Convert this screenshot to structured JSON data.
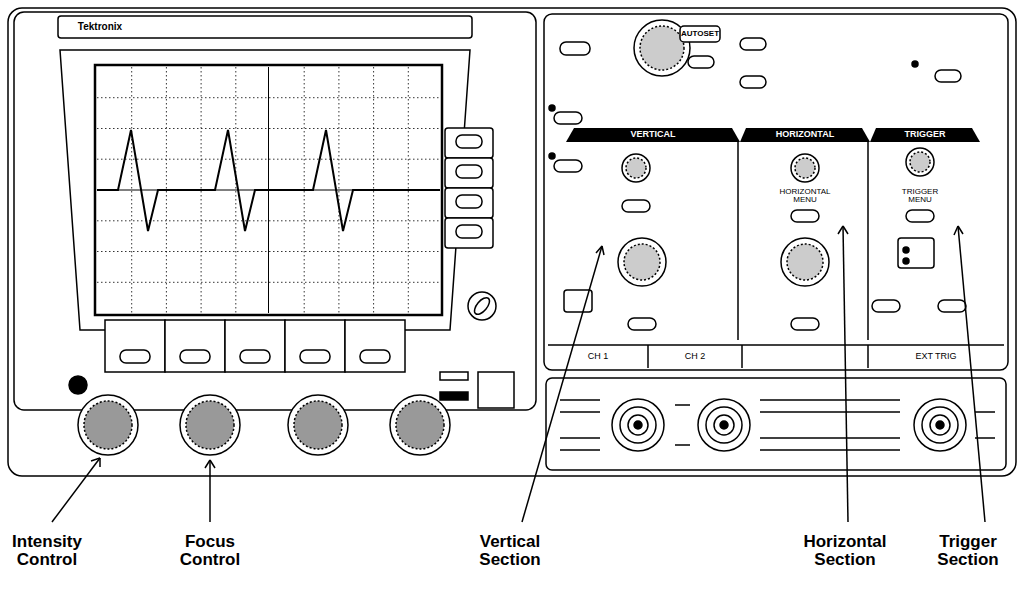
{
  "diagram": {
    "labels": [
      "Tektronix",
      "AUTOSET",
      "VERTICAL",
      "HORIZONTAL",
      "TRIGGER",
      "HORIZONTAL MENU",
      "TRIGGER MENU",
      "CH 1",
      "CH 2",
      "EXT TRIG",
      "Intensity Control",
      "Focus Control",
      "Vertical Section",
      "Horizontal Section",
      "Trigger Section"
    ]
  }
}
